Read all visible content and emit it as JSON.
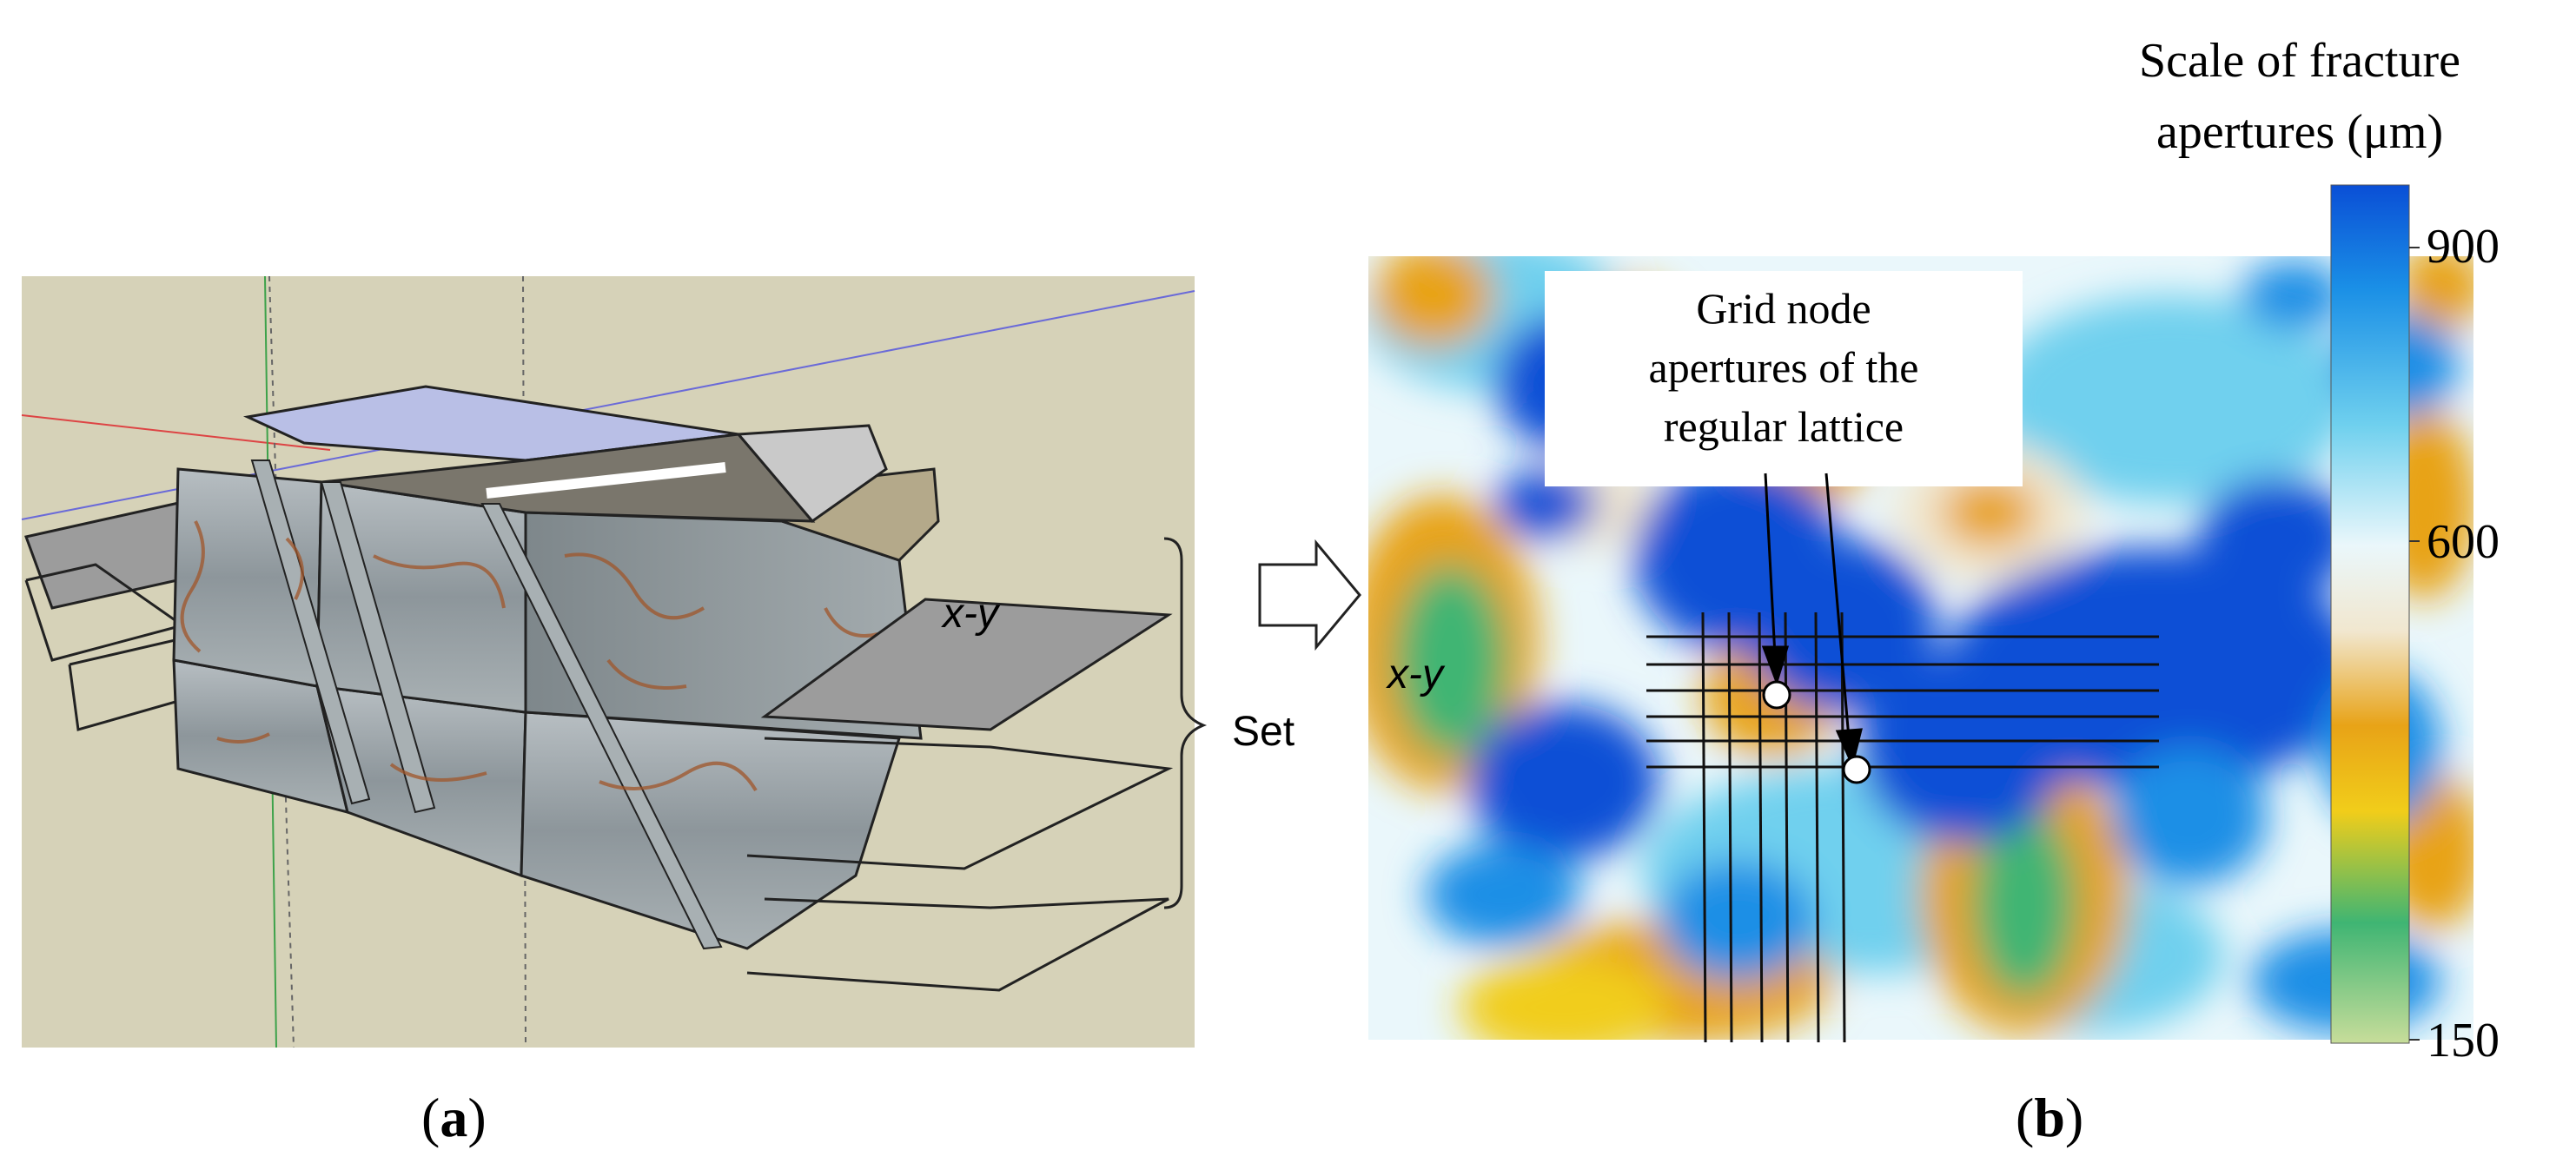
{
  "panel_a": {
    "label_open": "(",
    "label_letter": "a",
    "label_close": ")",
    "plane_label": "x-y",
    "set_label": "Set",
    "colors": {
      "background": "#d6d2b8",
      "plane": "#9c9c9c",
      "block_face": "#9aa3a7",
      "top_face": "#b9bfe6",
      "rust": "#a0562a"
    }
  },
  "panel_b": {
    "label_open": "(",
    "label_letter": "b",
    "label_close": ")",
    "plane_label": "x-y",
    "callout": {
      "line1": "Grid node",
      "line2": "apertures of the",
      "line3": "regular lattice"
    }
  },
  "colorbar": {
    "title_line1": "Scale of fracture",
    "title_line2": "apertures (μm)",
    "ticks": [
      "900",
      "600",
      "150"
    ],
    "gradient": [
      "#0a4fd6",
      "#1a8fe6",
      "#6fd0ee",
      "#eaf7fb",
      "#f1e7cf",
      "#e8a317",
      "#f1cd1a",
      "#3fb573",
      "#c7dd9a"
    ]
  }
}
